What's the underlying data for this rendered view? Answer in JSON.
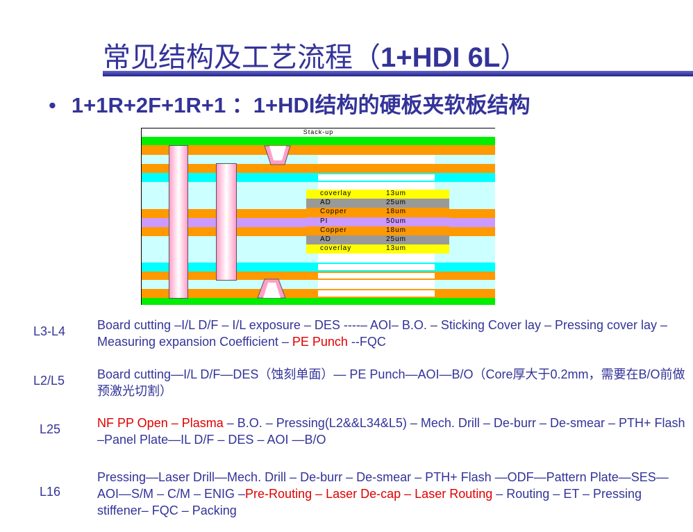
{
  "title": {
    "cn": "常见结构及工艺流程（",
    "bold": "1+HDI 6L",
    "end": "）"
  },
  "bullet": {
    "dot": "•",
    "bold": "1+1R+2F+1R+1 ：1+HDI",
    "cn": "结构的硬板夹软板结构"
  },
  "diagram": {
    "title": "Stack-up",
    "layers": [
      {
        "name": "coverlay",
        "thickness": "13um",
        "color": "#ffff00"
      },
      {
        "name": "AD",
        "thickness": "25um",
        "color": "#999999"
      },
      {
        "name": "Copper",
        "thickness": "18um",
        "color": "#ff9900"
      },
      {
        "name": "PI",
        "thickness": "50um",
        "color": "#cc99ff"
      },
      {
        "name": "Copper",
        "thickness": "18um",
        "color": "#ff9900"
      },
      {
        "name": "AD",
        "thickness": "25um",
        "color": "#999999"
      },
      {
        "name": "coverlay",
        "thickness": "13um",
        "color": "#ffff00"
      }
    ]
  },
  "steps": [
    {
      "code": "L3-L4",
      "parts": [
        {
          "t": "Board cutting –I/L D/F – I/L exposure – DES ----– AOI– B.O. – Sticking Cover lay – Pressing cover lay – Measuring expansion Coefficient – "
        },
        {
          "t": "PE Punch",
          "red": true
        },
        {
          "t": " --FQC"
        }
      ]
    },
    {
      "code": "L2/L5",
      "parts": [
        {
          "t": "Board cutting—I/L D/F—DES（蚀刻单面）— PE Punch—AOI—B/O（Core厚大于0.2mm，需要在B/O前做预激光切割）"
        }
      ]
    },
    {
      "code": "L25",
      "parts": [
        {
          "t": "NF PP Open – Plasma",
          "red": true
        },
        {
          "t": " – B.O. – Pressing(L2&&L34&L5) – Mech. Drill – De-burr –  De-smear –  PTH+ Flash –Panel Plate—IL D/F – DES –  AOI —B/O"
        }
      ]
    },
    {
      "code": "L16",
      "parts": [
        {
          "t": "Pressing—Laser Drill—Mech. Drill – De-burr –  De-smear –  PTH+ Flash —ODF—Pattern Plate—SES—AOI—S/M – C/M – ENIG –"
        },
        {
          "t": "Pre-Routing – Laser De-cap – Laser Routing",
          "red": true
        },
        {
          "t": " – Routing – ET – Pressing stiffener– FQC – Packing"
        }
      ]
    }
  ]
}
